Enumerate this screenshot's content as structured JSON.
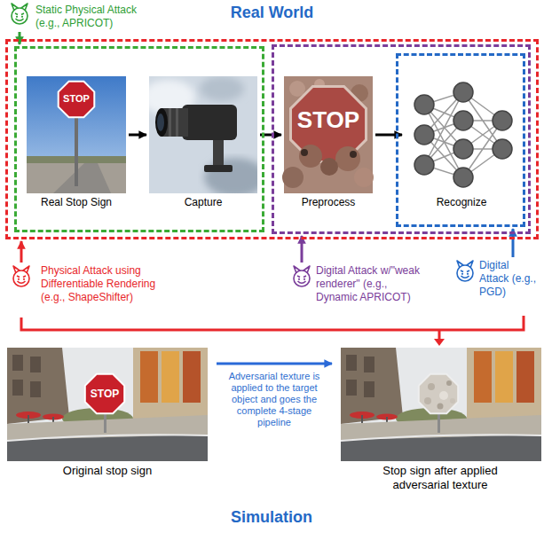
{
  "diagram": {
    "title": "Real World",
    "nodes": [
      {
        "text": [
          "Static Physical Attack (e.g., APRICOT)"
        ]
      },
      {
        "text": []
      },
      {
        "text": [],
        "in": 1
      },
      {
        "text": [
          "Real Stop Sign"
        ],
        "in": 2
      },
      {
        "text": [
          "Capture"
        ],
        "in": 2
      },
      {
        "text": [],
        "in": 1
      },
      {
        "text": [
          "Preprocess"
        ],
        "in": 5
      },
      {
        "text": [],
        "in": 5
      },
      {
        "text": [
          "Recognize"
        ],
        "in": 7
      },
      {
        "text": [
          "Physical Attack using Differentiable Rendering (e.g., ShapeShifter)"
        ]
      },
      {
        "text": [
          "Digital Attack w/\"weak renderer\" (e.g., Dynamic APRICOT)"
        ]
      },
      {
        "text": [
          "Digital Attack (e.g., PGD)"
        ]
      },
      {
        "text": [
          "Original stop sign"
        ]
      },
      {
        "text": [
          "Stop sign after applied adversarial texture"
        ]
      }
    ],
    "edges": [
      {
        "from": 0,
        "to": 2,
        "arrow": "to"
      },
      {
        "from": 3,
        "to": 4,
        "arrow": "to"
      },
      {
        "from": 4,
        "to": 6,
        "arrow": "to"
      },
      {
        "from": 6,
        "to": 8,
        "arrow": "to"
      },
      {
        "from": 9,
        "to": 1,
        "arrow": "to"
      },
      {
        "from": 10,
        "to": 5,
        "arrow": "to"
      },
      {
        "from": 11,
        "to": 7,
        "arrow": "to"
      },
      {
        "from": 12,
        "to": 13,
        "arrow": "to",
        "label": "Adversarial texture is applied to the target object and goes the complete 4-stage pipeline"
      }
    ],
    "labels": [
      "STOP",
      "STOP",
      "STOP",
      "Simulation"
    ]
  }
}
